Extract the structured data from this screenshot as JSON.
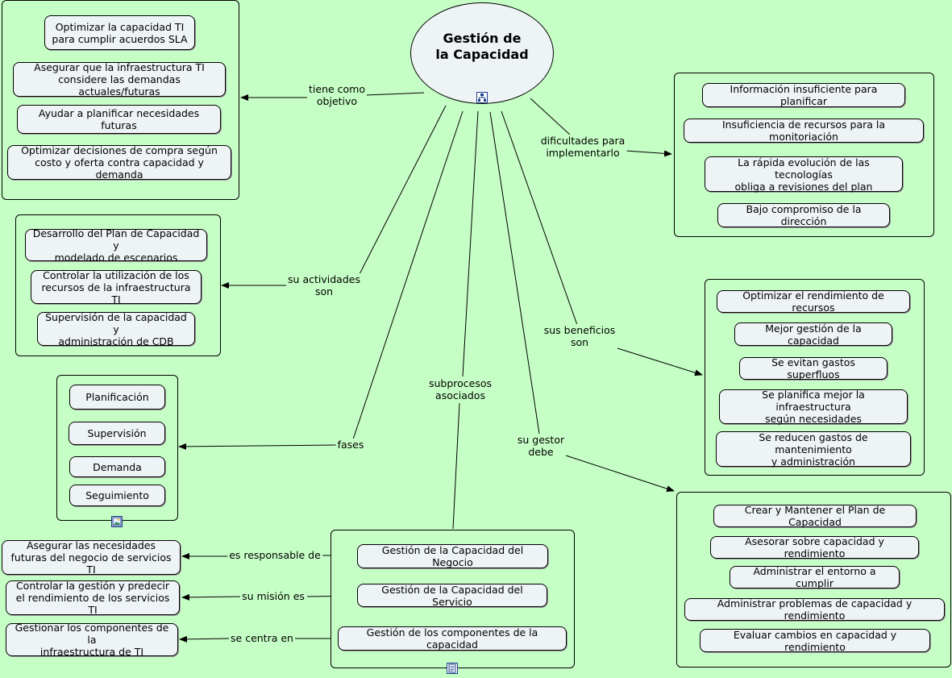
{
  "root": {
    "title": "Gestión de\nla Capacidad",
    "icon": "concept-map-icon"
  },
  "links": {
    "objetivo": "tiene como\nobjetivo",
    "dificultades": "dificultades para\nimplementarlo",
    "actividades": "su actividades\nson",
    "beneficios": "sus beneficios\nson",
    "subprocesos": "subprocesos\nasociados",
    "gestor": "su gestor\ndebe",
    "fases": "fases",
    "responsable": "es responsable de",
    "mision": "su misión es",
    "centra": "se centra en"
  },
  "objetivos": [
    "Optimizar la capacidad TI\npara cumplir acuerdos SLA",
    "Asegurar que la infraestructura TI\nconsidere las demandas actuales/futuras",
    "Ayudar a planificar necesidades futuras",
    "Optimizar decisiones de compra según\ncosto y oferta contra capacidad y demanda"
  ],
  "dificultades": [
    "Información insuficiente para planificar",
    "Insuficiencia de recursos para la monitoriación",
    "La rápida evolución de las tecnologías\nobliga a revisiones del plan",
    "Bajo compromiso de la dirección"
  ],
  "actividades": [
    "Desarrollo del Plan de Capacidad y\nmodelado de escenarios",
    "Controlar la utilización de los\nrecursos de la infraestructura TI",
    "Supervisión de la capacidad y\nadministración de CDB"
  ],
  "beneficios": [
    "Optimizar el rendimiento de recursos",
    "Mejor gestión de la capacidad",
    "Se evitan gastos superfluos",
    "Se planifica mejor la infraestructura\nsegún necesidades",
    "Se reducen gastos de mantenimiento\ny administración"
  ],
  "fases": [
    "Planificación",
    "Supervisión",
    "Demanda",
    "Seguimiento"
  ],
  "subprocesos": [
    "Gestión de la Capacidad del Negocio",
    "Gestión de la Capacidad del Servicio",
    "Gestión de los componentes de la capacidad"
  ],
  "subprocesos_detalle": [
    "Asegurar las necesidades\nfuturas del negocio de servicios TI",
    "Controlar la gestión y predecir\nel rendimiento de los servicios TI",
    "Gestionar los componentes de la\ninfraestructura de TI"
  ],
  "gestor": [
    "Crear y Mantener el Plan de Capacidad",
    "Asesorar sobre capacidad y rendimiento",
    "Administrar el entorno a cumplir",
    "Administrar problemas de capacidad y rendimiento",
    "Evaluar cambios en capacidad y rendimiento"
  ],
  "icons": {
    "fases_group": "image-icon",
    "subprocesos_group": "document-icon"
  },
  "colors": {
    "background": "#c6ffc6",
    "node_fill": "#eef3f5",
    "border": "#000000"
  }
}
